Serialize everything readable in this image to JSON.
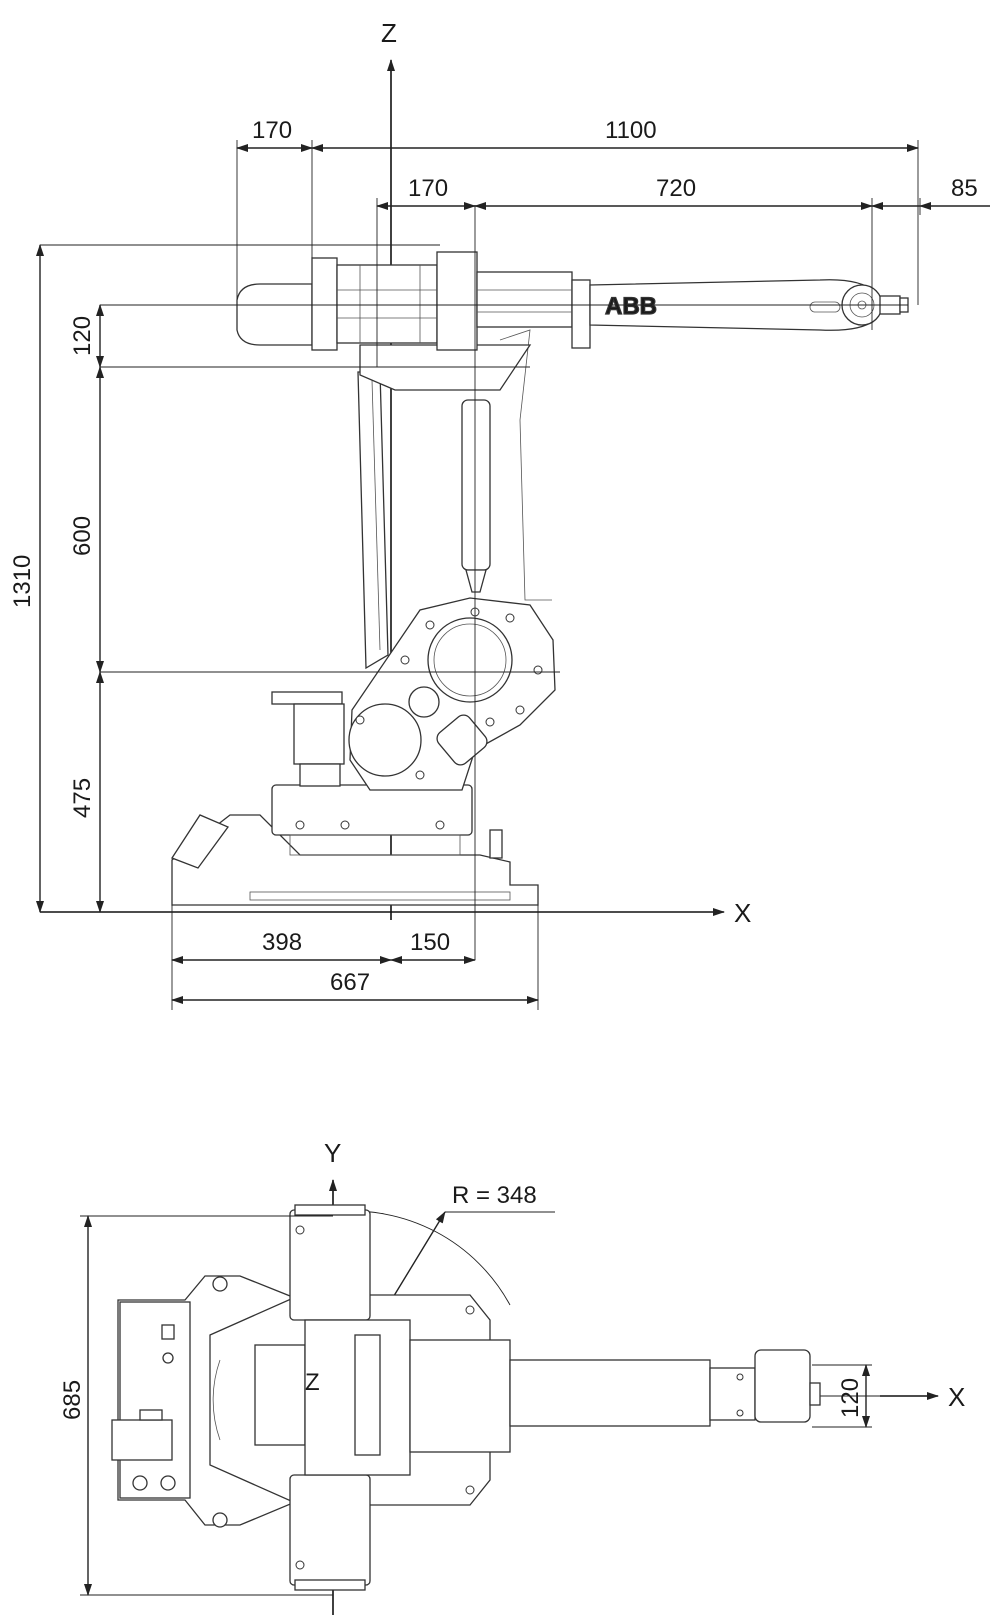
{
  "side_view": {
    "axis_z": "Z",
    "axis_x": "X",
    "dims": {
      "d170_top": "170",
      "d1100": "1100",
      "d170_mid": "170",
      "d720": "720",
      "d85": "85",
      "d1310": "1310",
      "d120": "120",
      "d600": "600",
      "d475": "475",
      "d398": "398",
      "d150": "150",
      "d667": "667"
    },
    "brand": "ABB"
  },
  "top_view": {
    "axis_y": "Y",
    "axis_x": "X",
    "axis_z": "Z",
    "radius": "R = 348",
    "dims": {
      "d685": "685",
      "d120": "120"
    }
  }
}
